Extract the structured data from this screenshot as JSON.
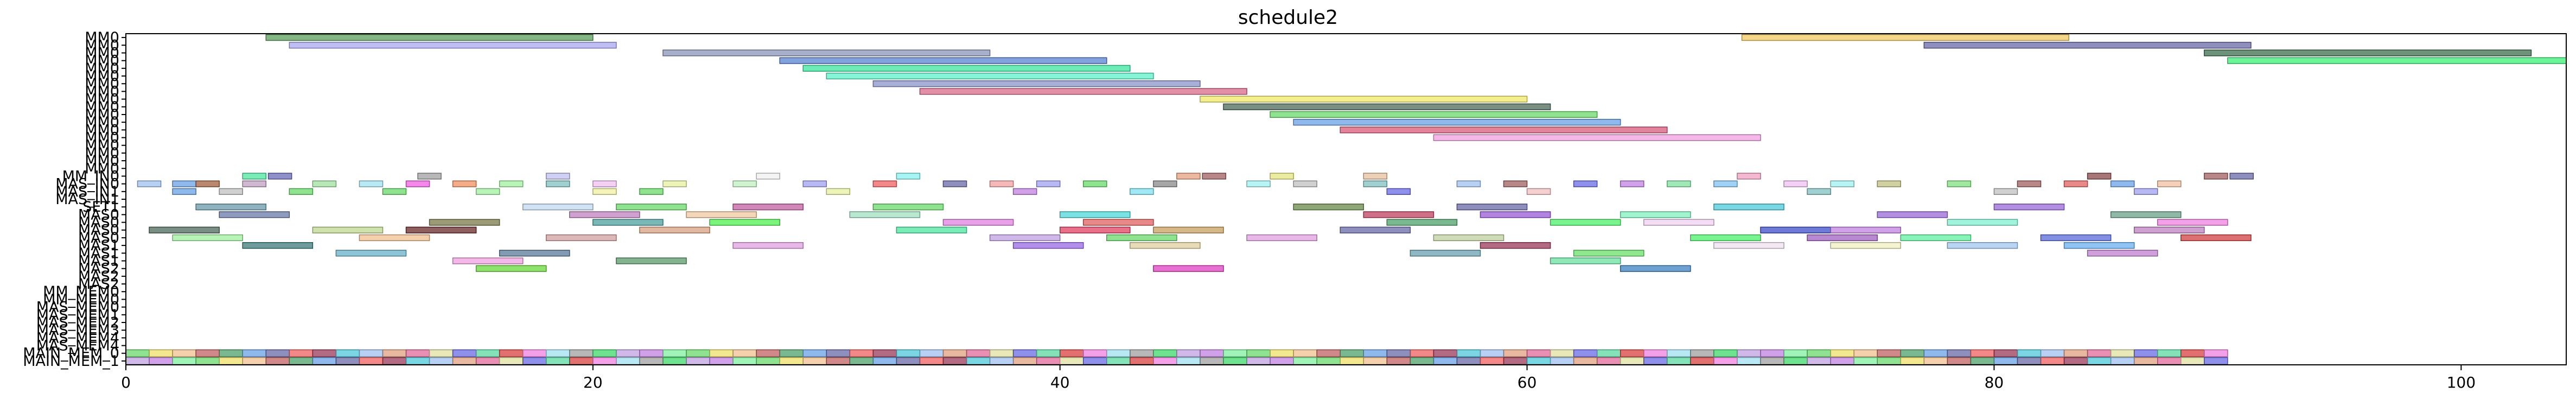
{
  "chart_data": {
    "type": "gantt",
    "title": "schedule2",
    "xlim": [
      0,
      104.5
    ],
    "xticks": [
      "0",
      "20",
      "40",
      "60",
      "80",
      "100"
    ],
    "xtick_values": [
      0,
      20,
      40,
      60,
      80,
      100
    ],
    "grid": false,
    "legend": "none",
    "rows": [
      "MM0",
      "MM0",
      "MM0",
      "MM0",
      "MM0",
      "MM0",
      "MM0",
      "MM0",
      "MM0",
      "MM0",
      "MM0",
      "MM0",
      "MM0",
      "MM0",
      "MM0",
      "MM0",
      "MM0",
      "MM0",
      "MM_IN0",
      "MAS_IN0",
      "MAS_IN1",
      "MAS_IN1",
      "SET1",
      "MAS0",
      "MAS0",
      "MAS0",
      "MAS0",
      "MAS1",
      "MAS1",
      "MAS1",
      "MAS2",
      "MAS2",
      "MAS2",
      "MM_MEM0",
      "MM_MEM0",
      "MAS_MEM0",
      "MAS_MEM1",
      "MAS_MEM2",
      "MAS_MEM3",
      "MAS_MEM4",
      "MAS_MEM4",
      "MAIN_MEM_0",
      "MAIN_MEM_1"
    ],
    "tasks": [
      {
        "row": 0,
        "start": 6.0,
        "end": 20.0,
        "color": "#5e9e5e"
      },
      {
        "row": 0,
        "start": 69.2,
        "end": 83.2,
        "color": "#f0c860"
      },
      {
        "row": 1,
        "start": 7.0,
        "end": 21.0,
        "color": "#a8a8f0"
      },
      {
        "row": 1,
        "start": 77.0,
        "end": 91.0,
        "color": "#6a6aa8"
      },
      {
        "row": 2,
        "start": 23.0,
        "end": 37.0,
        "color": "#8a94b8"
      },
      {
        "row": 2,
        "start": 89.0,
        "end": 103.0,
        "color": "#3e6e4e"
      },
      {
        "row": 3,
        "start": 28.0,
        "end": 42.0,
        "color": "#5a82d0"
      },
      {
        "row": 3,
        "start": 90.0,
        "end": 104.5,
        "color": "#3cf078"
      },
      {
        "row": 4,
        "start": 29.0,
        "end": 43.0,
        "color": "#3ce6a0"
      },
      {
        "row": 5,
        "start": 30.0,
        "end": 44.0,
        "color": "#5ef0c8"
      },
      {
        "row": 6,
        "start": 32.0,
        "end": 46.0,
        "color": "#8a94c8"
      },
      {
        "row": 7,
        "start": 34.0,
        "end": 48.0,
        "color": "#d86a8a"
      },
      {
        "row": 8,
        "start": 46.0,
        "end": 60.0,
        "color": "#f0e86a"
      },
      {
        "row": 9,
        "start": 47.0,
        "end": 61.0,
        "color": "#4e6a5a"
      },
      {
        "row": 10,
        "start": 49.0,
        "end": 63.0,
        "color": "#6ad86a"
      },
      {
        "row": 11,
        "start": 50.0,
        "end": 64.0,
        "color": "#6aa0e6"
      },
      {
        "row": 12,
        "start": 52.0,
        "end": 66.0,
        "color": "#d85a7a"
      },
      {
        "row": 13,
        "start": 56.0,
        "end": 70.0,
        "color": "#f0a0e0"
      },
      {
        "row": 18,
        "start": 5.0,
        "end": 6.0,
        "color": "#4ee6a0"
      },
      {
        "row": 18,
        "start": 6.1,
        "end": 7.1,
        "color": "#6a6ab8"
      },
      {
        "row": 18,
        "start": 12.5,
        "end": 13.5,
        "color": "#a0a0a0"
      },
      {
        "row": 18,
        "start": 18.0,
        "end": 19.0,
        "color": "#c0c0f0"
      },
      {
        "row": 18,
        "start": 27.0,
        "end": 28.0,
        "color": "#f0f0f0"
      },
      {
        "row": 18,
        "start": 33.0,
        "end": 34.0,
        "color": "#8af0f0"
      },
      {
        "row": 18,
        "start": 45.0,
        "end": 46.0,
        "color": "#e6a080"
      },
      {
        "row": 18,
        "start": 46.1,
        "end": 47.1,
        "color": "#a06060"
      },
      {
        "row": 18,
        "start": 49.0,
        "end": 50.0,
        "color": "#e6e680"
      },
      {
        "row": 18,
        "start": 53.0,
        "end": 54.0,
        "color": "#e6c0a0"
      },
      {
        "row": 18,
        "start": 69.0,
        "end": 70.0,
        "color": "#f0a0c0"
      },
      {
        "row": 18,
        "start": 84.0,
        "end": 85.0,
        "color": "#8a4a4a"
      },
      {
        "row": 18,
        "start": 89.0,
        "end": 90.0,
        "color": "#a06060"
      },
      {
        "row": 18,
        "start": 90.1,
        "end": 91.1,
        "color": "#6a6aa8"
      },
      {
        "row": 19,
        "start": 0.5,
        "end": 1.5,
        "color": "#a0c0f0"
      },
      {
        "row": 19,
        "start": 2.0,
        "end": 3.0,
        "color": "#6aa0e6"
      },
      {
        "row": 19,
        "start": 3.0,
        "end": 4.0,
        "color": "#a06040"
      },
      {
        "row": 19,
        "start": 5.0,
        "end": 6.0,
        "color": "#c0a0c0"
      },
      {
        "row": 19,
        "start": 8.0,
        "end": 9.0,
        "color": "#a0e0a0"
      },
      {
        "row": 19,
        "start": 10.0,
        "end": 11.0,
        "color": "#a0e0f0"
      },
      {
        "row": 19,
        "start": 12.0,
        "end": 13.0,
        "color": "#f060e0"
      },
      {
        "row": 19,
        "start": 14.0,
        "end": 15.0,
        "color": "#f09060"
      },
      {
        "row": 19,
        "start": 16.0,
        "end": 17.0,
        "color": "#a0f0a0"
      },
      {
        "row": 19,
        "start": 18.0,
        "end": 19.0,
        "color": "#80c0c0"
      },
      {
        "row": 19,
        "start": 20.0,
        "end": 21.0,
        "color": "#f0c0f0"
      },
      {
        "row": 19,
        "start": 23.0,
        "end": 24.0,
        "color": "#e6f0a0"
      },
      {
        "row": 19,
        "start": 26.0,
        "end": 27.0,
        "color": "#c0f0c0"
      },
      {
        "row": 19,
        "start": 29.0,
        "end": 30.0,
        "color": "#a0a0f0"
      },
      {
        "row": 19,
        "start": 32.0,
        "end": 33.0,
        "color": "#f06060"
      },
      {
        "row": 19,
        "start": 35.0,
        "end": 36.0,
        "color": "#6a6aa8"
      },
      {
        "row": 19,
        "start": 37.0,
        "end": 38.0,
        "color": "#f0a0a0"
      },
      {
        "row": 19,
        "start": 39.0,
        "end": 40.0,
        "color": "#a0a0f0"
      },
      {
        "row": 19,
        "start": 41.0,
        "end": 42.0,
        "color": "#6ad86a"
      },
      {
        "row": 19,
        "start": 44.0,
        "end": 45.0,
        "color": "#8a8a8a"
      },
      {
        "row": 19,
        "start": 48.0,
        "end": 49.0,
        "color": "#a0f0f0"
      },
      {
        "row": 19,
        "start": 50.0,
        "end": 51.0,
        "color": "#c0c0c0"
      },
      {
        "row": 19,
        "start": 53.0,
        "end": 54.0,
        "color": "#80c0c0"
      },
      {
        "row": 19,
        "start": 57.0,
        "end": 58.0,
        "color": "#a0c0f0"
      },
      {
        "row": 19,
        "start": 59.0,
        "end": 60.0,
        "color": "#a06060"
      },
      {
        "row": 19,
        "start": 62.0,
        "end": 63.0,
        "color": "#6a6ae6"
      },
      {
        "row": 19,
        "start": 64.0,
        "end": 65.0,
        "color": "#c080e0"
      },
      {
        "row": 19,
        "start": 66.0,
        "end": 67.0,
        "color": "#80e0a0"
      },
      {
        "row": 19,
        "start": 68.0,
        "end": 69.0,
        "color": "#80c0f0"
      },
      {
        "row": 19,
        "start": 71.0,
        "end": 72.0,
        "color": "#f0c0f0"
      },
      {
        "row": 19,
        "start": 73.0,
        "end": 74.0,
        "color": "#a0f0f0"
      },
      {
        "row": 19,
        "start": 75.0,
        "end": 76.0,
        "color": "#c0c080"
      },
      {
        "row": 19,
        "start": 78.0,
        "end": 79.0,
        "color": "#80e080"
      },
      {
        "row": 19,
        "start": 81.0,
        "end": 82.0,
        "color": "#a06060"
      },
      {
        "row": 19,
        "start": 83.0,
        "end": 84.0,
        "color": "#e06060"
      },
      {
        "row": 19,
        "start": 85.0,
        "end": 86.0,
        "color": "#6aa0e6"
      },
      {
        "row": 19,
        "start": 87.0,
        "end": 88.0,
        "color": "#f0c0a0"
      },
      {
        "row": 20,
        "start": 2.0,
        "end": 3.0,
        "color": "#6aa0e6"
      },
      {
        "row": 20,
        "start": 4.0,
        "end": 5.0,
        "color": "#c0c0c0"
      },
      {
        "row": 20,
        "start": 7.0,
        "end": 8.0,
        "color": "#6ad86a"
      },
      {
        "row": 20,
        "start": 11.0,
        "end": 12.0,
        "color": "#6ad86a"
      },
      {
        "row": 20,
        "start": 15.0,
        "end": 16.0,
        "color": "#a0f0a0"
      },
      {
        "row": 20,
        "start": 20.0,
        "end": 21.0,
        "color": "#f0f0a0"
      },
      {
        "row": 20,
        "start": 22.0,
        "end": 23.0,
        "color": "#6ad86a"
      },
      {
        "row": 20,
        "start": 30.0,
        "end": 31.0,
        "color": "#e6f0a0"
      },
      {
        "row": 20,
        "start": 38.0,
        "end": 39.0,
        "color": "#c080e0"
      },
      {
        "row": 20,
        "start": 43.0,
        "end": 44.0,
        "color": "#80e0f0"
      },
      {
        "row": 20,
        "start": 54.0,
        "end": 55.0,
        "color": "#6a6ae6"
      },
      {
        "row": 20,
        "start": 60.0,
        "end": 61.0,
        "color": "#f0c0c0"
      },
      {
        "row": 20,
        "start": 72.0,
        "end": 73.0,
        "color": "#80c0c0"
      },
      {
        "row": 20,
        "start": 80.0,
        "end": 81.0,
        "color": "#c0c0c0"
      },
      {
        "row": 20,
        "start": 86.0,
        "end": 87.0,
        "color": "#a0a0f0"
      },
      {
        "row": 22,
        "start": 3.0,
        "end": 6.0,
        "color": "#6a9aa8"
      },
      {
        "row": 22,
        "start": 17.0,
        "end": 20.0,
        "color": "#c0d8f0"
      },
      {
        "row": 22,
        "start": 21.0,
        "end": 24.0,
        "color": "#6ad86a"
      },
      {
        "row": 22,
        "start": 26.0,
        "end": 29.0,
        "color": "#c060a0"
      },
      {
        "row": 22,
        "start": 32.0,
        "end": 35.0,
        "color": "#6ad86a"
      },
      {
        "row": 22,
        "start": 50.0,
        "end": 53.0,
        "color": "#6a8a4a"
      },
      {
        "row": 22,
        "start": 57.0,
        "end": 60.0,
        "color": "#6a6aa8"
      },
      {
        "row": 22,
        "start": 68.0,
        "end": 71.0,
        "color": "#4ec8d8"
      },
      {
        "row": 22,
        "start": 80.0,
        "end": 83.0,
        "color": "#9a6ad8"
      },
      {
        "row": 23,
        "start": 4.0,
        "end": 7.0,
        "color": "#6a7aa8"
      },
      {
        "row": 23,
        "start": 19.0,
        "end": 22.0,
        "color": "#c080c0"
      },
      {
        "row": 23,
        "start": 24.0,
        "end": 27.0,
        "color": "#f0c8a0"
      },
      {
        "row": 23,
        "start": 31.0,
        "end": 34.0,
        "color": "#a0e0c0"
      },
      {
        "row": 23,
        "start": 40.0,
        "end": 43.0,
        "color": "#4ed8d8"
      },
      {
        "row": 23,
        "start": 53.0,
        "end": 56.0,
        "color": "#c04060"
      },
      {
        "row": 23,
        "start": 58.0,
        "end": 61.0,
        "color": "#9a5ad8"
      },
      {
        "row": 23,
        "start": 64.0,
        "end": 67.0,
        "color": "#80f0c0"
      },
      {
        "row": 23,
        "start": 75.0,
        "end": 78.0,
        "color": "#9a6ad8"
      },
      {
        "row": 23,
        "start": 85.0,
        "end": 88.0,
        "color": "#6aa08a"
      },
      {
        "row": 24,
        "start": 13.0,
        "end": 16.0,
        "color": "#7a7a4a"
      },
      {
        "row": 24,
        "start": 20.0,
        "end": 23.0,
        "color": "#4ea0a0"
      },
      {
        "row": 24,
        "start": 25.0,
        "end": 28.0,
        "color": "#4ef04e"
      },
      {
        "row": 24,
        "start": 35.0,
        "end": 38.0,
        "color": "#e080e0"
      },
      {
        "row": 24,
        "start": 41.0,
        "end": 44.0,
        "color": "#e06060"
      },
      {
        "row": 24,
        "start": 54.0,
        "end": 57.0,
        "color": "#4ea06a"
      },
      {
        "row": 24,
        "start": 61.0,
        "end": 64.0,
        "color": "#4ef06a"
      },
      {
        "row": 24,
        "start": 65.0,
        "end": 68.0,
        "color": "#f0d0f0"
      },
      {
        "row": 24,
        "start": 78.0,
        "end": 81.0,
        "color": "#80f0d0"
      },
      {
        "row": 24,
        "start": 87.0,
        "end": 90.0,
        "color": "#f080e0"
      },
      {
        "row": 25,
        "start": 1.0,
        "end": 4.0,
        "color": "#4e6a5a"
      },
      {
        "row": 25,
        "start": 8.0,
        "end": 11.0,
        "color": "#c0d890"
      },
      {
        "row": 25,
        "start": 12.0,
        "end": 15.0,
        "color": "#6a2a2a"
      },
      {
        "row": 25,
        "start": 22.0,
        "end": 25.0,
        "color": "#d8a080"
      },
      {
        "row": 25,
        "start": 33.0,
        "end": 36.0,
        "color": "#4ee6a0"
      },
      {
        "row": 25,
        "start": 40.0,
        "end": 43.0,
        "color": "#e04060"
      },
      {
        "row": 25,
        "start": 44.0,
        "end": 47.0,
        "color": "#c8a060"
      },
      {
        "row": 25,
        "start": 52.0,
        "end": 55.0,
        "color": "#6a6aa8"
      },
      {
        "row": 25,
        "start": 70.0,
        "end": 73.0,
        "color": "#3e4ec8"
      },
      {
        "row": 25,
        "start": 73.0,
        "end": 76.0,
        "color": "#c080e0"
      },
      {
        "row": 25,
        "start": 86.0,
        "end": 89.0,
        "color": "#c080c0"
      },
      {
        "row": 26,
        "start": 2.0,
        "end": 5.0,
        "color": "#a0f0a0"
      },
      {
        "row": 26,
        "start": 10.0,
        "end": 13.0,
        "color": "#f0c090"
      },
      {
        "row": 26,
        "start": 18.0,
        "end": 21.0,
        "color": "#d0a0a0"
      },
      {
        "row": 26,
        "start": 37.0,
        "end": 40.0,
        "color": "#c0a0e0"
      },
      {
        "row": 26,
        "start": 42.0,
        "end": 45.0,
        "color": "#6ad86a"
      },
      {
        "row": 26,
        "start": 48.0,
        "end": 51.0,
        "color": "#e0a0e0"
      },
      {
        "row": 26,
        "start": 56.0,
        "end": 59.0,
        "color": "#c0d0a0"
      },
      {
        "row": 26,
        "start": 67.0,
        "end": 70.0,
        "color": "#4ef06a"
      },
      {
        "row": 26,
        "start": 72.0,
        "end": 75.0,
        "color": "#a060c0"
      },
      {
        "row": 26,
        "start": 76.0,
        "end": 79.0,
        "color": "#60f0a0"
      },
      {
        "row": 26,
        "start": 82.0,
        "end": 85.0,
        "color": "#5a6ad8"
      },
      {
        "row": 26,
        "start": 88.0,
        "end": 91.0,
        "color": "#d04040"
      },
      {
        "row": 27,
        "start": 5.0,
        "end": 8.0,
        "color": "#3e7a7a"
      },
      {
        "row": 27,
        "start": 26.0,
        "end": 29.0,
        "color": "#e0a0e0"
      },
      {
        "row": 27,
        "start": 38.0,
        "end": 41.0,
        "color": "#9a6ae6"
      },
      {
        "row": 27,
        "start": 43.0,
        "end": 46.0,
        "color": "#e0d0a0"
      },
      {
        "row": 27,
        "start": 58.0,
        "end": 61.0,
        "color": "#9a3a5a"
      },
      {
        "row": 27,
        "start": 68.0,
        "end": 71.0,
        "color": "#f0e0f0"
      },
      {
        "row": 27,
        "start": 73.0,
        "end": 76.0,
        "color": "#f0f0c0"
      },
      {
        "row": 27,
        "start": 78.0,
        "end": 81.0,
        "color": "#a0c8f0"
      },
      {
        "row": 27,
        "start": 83.0,
        "end": 86.0,
        "color": "#6ab0f0"
      },
      {
        "row": 28,
        "start": 9.0,
        "end": 12.0,
        "color": "#6ab0c8"
      },
      {
        "row": 28,
        "start": 16.0,
        "end": 19.0,
        "color": "#5a7a9a"
      },
      {
        "row": 28,
        "start": 55.0,
        "end": 58.0,
        "color": "#6aa0b0"
      },
      {
        "row": 28,
        "start": 62.0,
        "end": 65.0,
        "color": "#6ae06a"
      },
      {
        "row": 28,
        "start": 84.0,
        "end": 87.0,
        "color": "#c080d0"
      },
      {
        "row": 29,
        "start": 14.0,
        "end": 17.0,
        "color": "#f0a0e0"
      },
      {
        "row": 29,
        "start": 21.0,
        "end": 24.0,
        "color": "#5a9a6a"
      },
      {
        "row": 29,
        "start": 61.0,
        "end": 64.0,
        "color": "#6ae0a0"
      },
      {
        "row": 30,
        "start": 15.0,
        "end": 18.0,
        "color": "#6ad83a"
      },
      {
        "row": 30,
        "start": 44.0,
        "end": 47.0,
        "color": "#e040c0"
      },
      {
        "row": 30,
        "start": 64.0,
        "end": 67.0,
        "color": "#3e80c0"
      }
    ],
    "mem_rows": [
      41,
      42
    ],
    "mem_start": 0,
    "mem_end": 90,
    "mem_colors": [
      "#6ad86a",
      "#f06060",
      "#6a6ae6",
      "#c0a0e0",
      "#4ea06a",
      "#e0a080",
      "#a0e0f0",
      "#f0e06a",
      "#9a3a5a",
      "#5ad8a0",
      "#c080e0",
      "#6aa0e6",
      "#e06a9a",
      "#a0a0a0",
      "#f0c090",
      "#4ec8d8",
      "#d84040",
      "#80f0a0",
      "#6a6aa8",
      "#e0e0a0",
      "#3ed86a",
      "#c06060",
      "#a0c0f0",
      "#f080e0"
    ]
  }
}
